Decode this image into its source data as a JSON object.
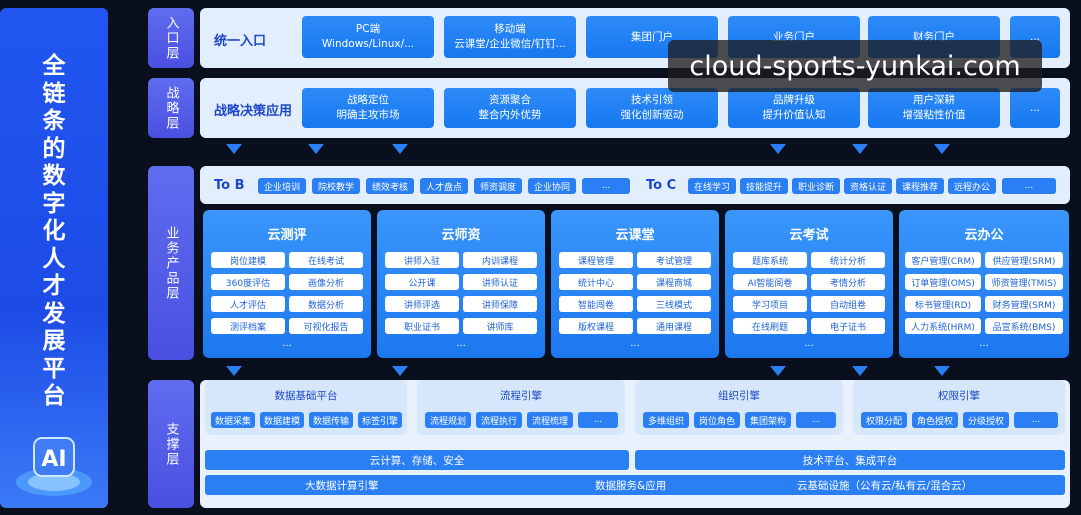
{
  "title_chars": [
    "全",
    "链",
    "条",
    "的",
    "数",
    "字",
    "化",
    "人",
    "才",
    "发",
    "展",
    "平",
    "台"
  ],
  "ai_badge": "AI",
  "layers": {
    "entry": "入口层",
    "strategy": "战略层",
    "product": "业务产品层",
    "support": "支撑层"
  },
  "entry": {
    "title": "统一入口",
    "cards": [
      {
        "l1": "PC端",
        "l2": "Windows/Linux/..."
      },
      {
        "l1": "移动端",
        "l2": "云课堂/企业微信/钉钉..."
      },
      {
        "l1": "集团门户",
        "l2": ""
      },
      {
        "l1": "业务门户",
        "l2": ""
      },
      {
        "l1": "财务门户",
        "l2": ""
      },
      {
        "l1": "...",
        "l2": ""
      }
    ]
  },
  "strategy": {
    "title": "战略决策应用",
    "cards": [
      {
        "l1": "战略定位",
        "l2": "明确主攻市场"
      },
      {
        "l1": "资源聚合",
        "l2": "整合内外优势"
      },
      {
        "l1": "技术引领",
        "l2": "强化创新驱动"
      },
      {
        "l1": "品牌升级",
        "l2": "提升价值认知"
      },
      {
        "l1": "用户深耕",
        "l2": "增强粘性价值"
      },
      {
        "l1": "...",
        "l2": ""
      }
    ]
  },
  "tob": {
    "label": "To B",
    "items": [
      "企业培训",
      "院校教学",
      "绩效考核",
      "人才盘点",
      "师资调度",
      "企业协同",
      "..."
    ]
  },
  "toc": {
    "label": "To C",
    "items": [
      "在线学习",
      "技能提升",
      "职业诊断",
      "资格认证",
      "课程推荐",
      "远程办公",
      "..."
    ]
  },
  "products": [
    {
      "title": "云测评",
      "tags": [
        "岗位建模",
        "在线考试",
        "360度评估",
        "画像分析",
        "人才评估",
        "数据分析",
        "测评档案",
        "可视化报告"
      ],
      "more": "..."
    },
    {
      "title": "云师资",
      "tags": [
        "讲师入驻",
        "内训课程",
        "公开课",
        "讲师认证",
        "讲师评选",
        "讲师保障",
        "职业证书",
        "讲师库"
      ],
      "more": "..."
    },
    {
      "title": "云课堂",
      "tags": [
        "课程管理",
        "考试管理",
        "统计中心",
        "课程商城",
        "智能闯卷",
        "三线模式",
        "版权课程",
        "通用课程"
      ],
      "more": "..."
    },
    {
      "title": "云考试",
      "tags": [
        "题库系统",
        "统计分析",
        "AI智能阅卷",
        "考情分析",
        "学习项目",
        "自动组卷",
        "在线刷题",
        "电子证书"
      ],
      "more": "..."
    },
    {
      "title": "云办公",
      "tags": [
        "客户管理(CRM)",
        "供应管理(SRM)",
        "订单管理(OMS)",
        "师资管理(TMIS)",
        "标书管理(RD)",
        "财务管理(SRM)",
        "人力系统(HRM)",
        "品宣系统(BMS)"
      ],
      "more": "..."
    }
  ],
  "engines": [
    {
      "title": "数据基础平台",
      "tags": [
        "数据采集",
        "数据建模",
        "数据传输",
        "标签引擎"
      ]
    },
    {
      "title": "流程引擎",
      "tags": [
        "流程规划",
        "流程执行",
        "流程梳理",
        "..."
      ]
    },
    {
      "title": "组织引擎",
      "tags": [
        "多维组织",
        "岗位角色",
        "集团架构",
        "..."
      ]
    },
    {
      "title": "权限引擎",
      "tags": [
        "权限分配",
        "角色授权",
        "分级授权",
        "..."
      ]
    }
  ],
  "infra_row1": [
    "云计算、存储、安全",
    "技术平台、集成平台"
  ],
  "infra_row2": [
    "大数据计算引擎",
    "数据服务&应用",
    "云基础设施（公有云/私有云/混合云）"
  ],
  "watermark": "cloud-sports-yunkai.com"
}
